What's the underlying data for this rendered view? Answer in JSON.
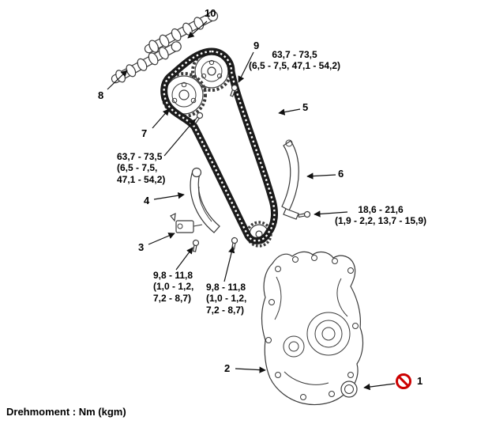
{
  "diagram": {
    "footer_note": "Drehmoment : Nm (kgm)",
    "callouts": {
      "1": "1",
      "2": "2",
      "3": "3",
      "4": "4",
      "5": "5",
      "6": "6",
      "7": "7",
      "8": "8",
      "9": "9",
      "10": "10"
    },
    "torque_specs": {
      "cam_sprocket_top": {
        "l1": "63,7 - 73,5",
        "l2": "(6,5 - 7,5, 47,1 - 54,2)"
      },
      "cam_sprocket_left": {
        "l1": "63,7 - 73,5",
        "l2": "(6,5 - 7,5,",
        "l3": "47,1 - 54,2)"
      },
      "chain_guide": {
        "l1": "18,6 - 21,6",
        "l2": "(1,9 - 2,2, 13,7 - 15,9)"
      },
      "tensioner_arm": {
        "l1": "9,8 - 11,8",
        "l2": "(1,0 - 1,2,",
        "l3": "7,2 - 8,7)"
      },
      "tensioner": {
        "l1": "9,8 - 11,8",
        "l2": "(1,0 - 1,2,",
        "l3": "7,2 - 8,7)"
      }
    },
    "colors": {
      "prohibit": "#cc0000"
    }
  }
}
